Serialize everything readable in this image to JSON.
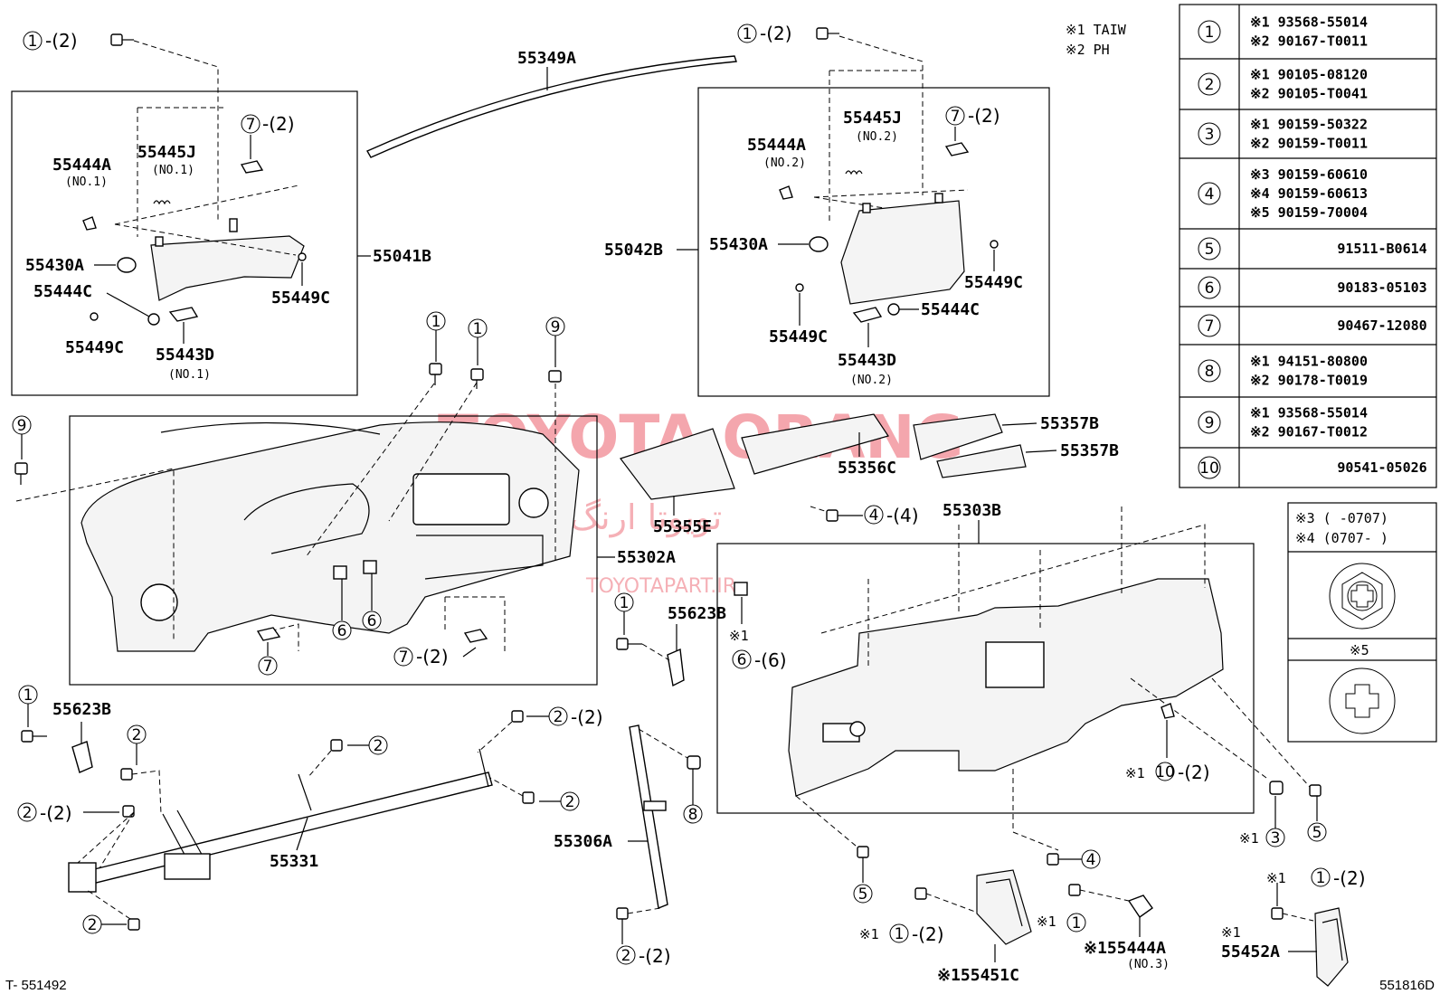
{
  "footer": {
    "left": "T- 551492",
    "right": "551816D"
  },
  "watermark": {
    "brand": "TOYOTA ORANG",
    "persian": "تویوتا ارنگ",
    "site": "TOYOTAPART.IR"
  },
  "notes": {
    "n1": "※1 TAIW",
    "n2": "※2 PH"
  },
  "labels": {
    "l55349A": "55349A",
    "l55041B": "55041B",
    "l55042B": "55042B",
    "l55444A_1": "55444A",
    "l55444A_1s": "(NO.1)",
    "l55445J_1": "55445J",
    "l55445J_1s": "(NO.1)",
    "l55430A_1": "55430A",
    "l55444C_1": "55444C",
    "l55449C_1": "55449C",
    "l55449C_2": "55449C",
    "l55443D_1": "55443D",
    "l55443D_1s": "(NO.1)",
    "l55445J_2": "55445J",
    "l55445J_2s": "(NO.2)",
    "l55444A_2": "55444A",
    "l55444A_2s": "(NO.2)",
    "l55430A_2": "55430A",
    "l55449C_3": "55449C",
    "l55449C_4": "55449C",
    "l55444C_2": "55444C",
    "l55443D_2": "55443D",
    "l55443D_2s": "(NO.2)",
    "l55357B_1": "55357B",
    "l55357B_2": "55357B",
    "l55356C": "55356C",
    "l55355E": "55355E",
    "l55302A": "55302A",
    "l55303B": "55303B",
    "l55623B_1": "55623B",
    "l55623B_2": "55623B",
    "l55331": "55331",
    "l55306A": "55306A",
    "l55451C": "※155451C",
    "l55444A_3": "※155444A",
    "l55444A_3s": "(NO.3)",
    "l55452A": "55452A",
    "l55452A_pre": "※1"
  },
  "callouts": [
    {
      "num": "1",
      "qty": "-(2)"
    },
    {
      "num": "1",
      "qty": "-(2)"
    },
    {
      "num": "7",
      "qty": "-(2)"
    },
    {
      "num": "7",
      "qty": "-(2)"
    },
    {
      "num": "1",
      "qty": ""
    },
    {
      "num": "1",
      "qty": ""
    },
    {
      "num": "9",
      "qty": ""
    },
    {
      "num": "9",
      "qty": ""
    },
    {
      "num": "6",
      "qty": ""
    },
    {
      "num": "6",
      "qty": ""
    },
    {
      "num": "7",
      "qty": ""
    },
    {
      "num": "7",
      "qty": "-(2)"
    },
    {
      "num": "4",
      "qty": "-(4)"
    },
    {
      "num": "1",
      "qty": ""
    },
    {
      "num": "6",
      "qty": "-(6)"
    },
    {
      "num": "1",
      "qty": ""
    },
    {
      "num": "2",
      "qty": ""
    },
    {
      "num": "2",
      "qty": "-(2)"
    },
    {
      "num": "2",
      "qty": ""
    },
    {
      "num": "2",
      "qty": ""
    },
    {
      "num": "2",
      "qty": "-(2)"
    },
    {
      "num": "2",
      "qty": ""
    },
    {
      "num": "8",
      "qty": ""
    },
    {
      "num": "2",
      "qty": "-(2)"
    },
    {
      "num": "10",
      "qty": "-(2)"
    },
    {
      "num": "3",
      "qty": ""
    },
    {
      "num": "5",
      "qty": ""
    },
    {
      "num": "4",
      "qty": ""
    },
    {
      "num": "5",
      "qty": ""
    },
    {
      "num": "1",
      "qty": "-(2)"
    },
    {
      "num": "1",
      "qty": ""
    },
    {
      "num": "1",
      "qty": "-(2)"
    }
  ],
  "callout_marks": {
    "c6_6": "※1",
    "c10": "※1",
    "c3": "※1",
    "c1_2a": "※1",
    "c1_b": "※1",
    "c1_2c": "※1"
  },
  "table": [
    {
      "ref": "1",
      "lines": [
        "※1 93568-55014",
        "※2 90167-T0011"
      ]
    },
    {
      "ref": "2",
      "lines": [
        "※1 90105-08120",
        "※2 90105-T0041"
      ]
    },
    {
      "ref": "3",
      "lines": [
        "※1 90159-50322",
        "※2 90159-T0011"
      ]
    },
    {
      "ref": "4",
      "lines": [
        "※3 90159-60610",
        "※4 90159-60613",
        "※5 90159-70004"
      ]
    },
    {
      "ref": "5",
      "lines": [
        "91511-B0614"
      ]
    },
    {
      "ref": "6",
      "lines": [
        "90183-05103"
      ]
    },
    {
      "ref": "7",
      "lines": [
        "90467-12080"
      ]
    },
    {
      "ref": "8",
      "lines": [
        "※1 94151-80800",
        "※2 90178-T0019"
      ]
    },
    {
      "ref": "9",
      "lines": [
        "※1 93568-55014",
        "※2 90167-T0012"
      ]
    },
    {
      "ref": "10",
      "lines": [
        "90541-05026"
      ]
    }
  ],
  "legend_box": {
    "row1": "※3 (      -0707)",
    "row2": "※4 (0707-      )",
    "row3": "※5"
  }
}
